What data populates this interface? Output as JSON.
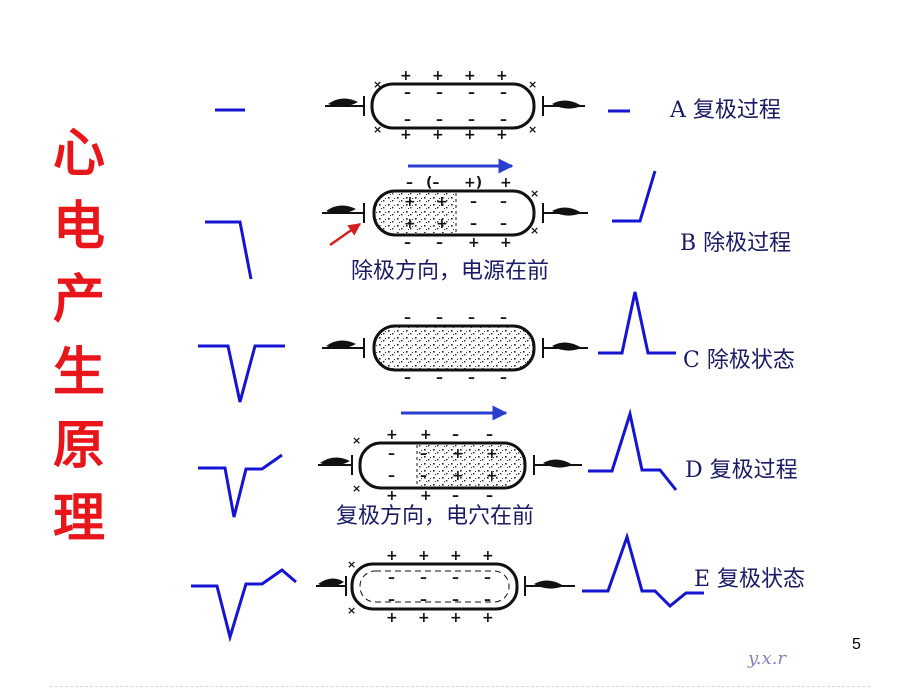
{
  "title": [
    "心",
    "电",
    "产",
    "生",
    "原",
    "理"
  ],
  "stages": [
    {
      "label": "A 复极过程"
    },
    {
      "label": "B 除极过程",
      "caption": "除极方向，电源在前"
    },
    {
      "label": "C 除极状态"
    },
    {
      "label": "D 复极过程",
      "caption": "复极方向，电穴在前"
    },
    {
      "label": "E 复极状态"
    }
  ],
  "page_number": "5",
  "signature": "y.x.r",
  "colors": {
    "title": "#e8151b",
    "waveform": "#1414d2",
    "arrow_direction": "#2a3fcf",
    "arrow_stimulus": "#d42020",
    "text": "#1a1a66"
  }
}
